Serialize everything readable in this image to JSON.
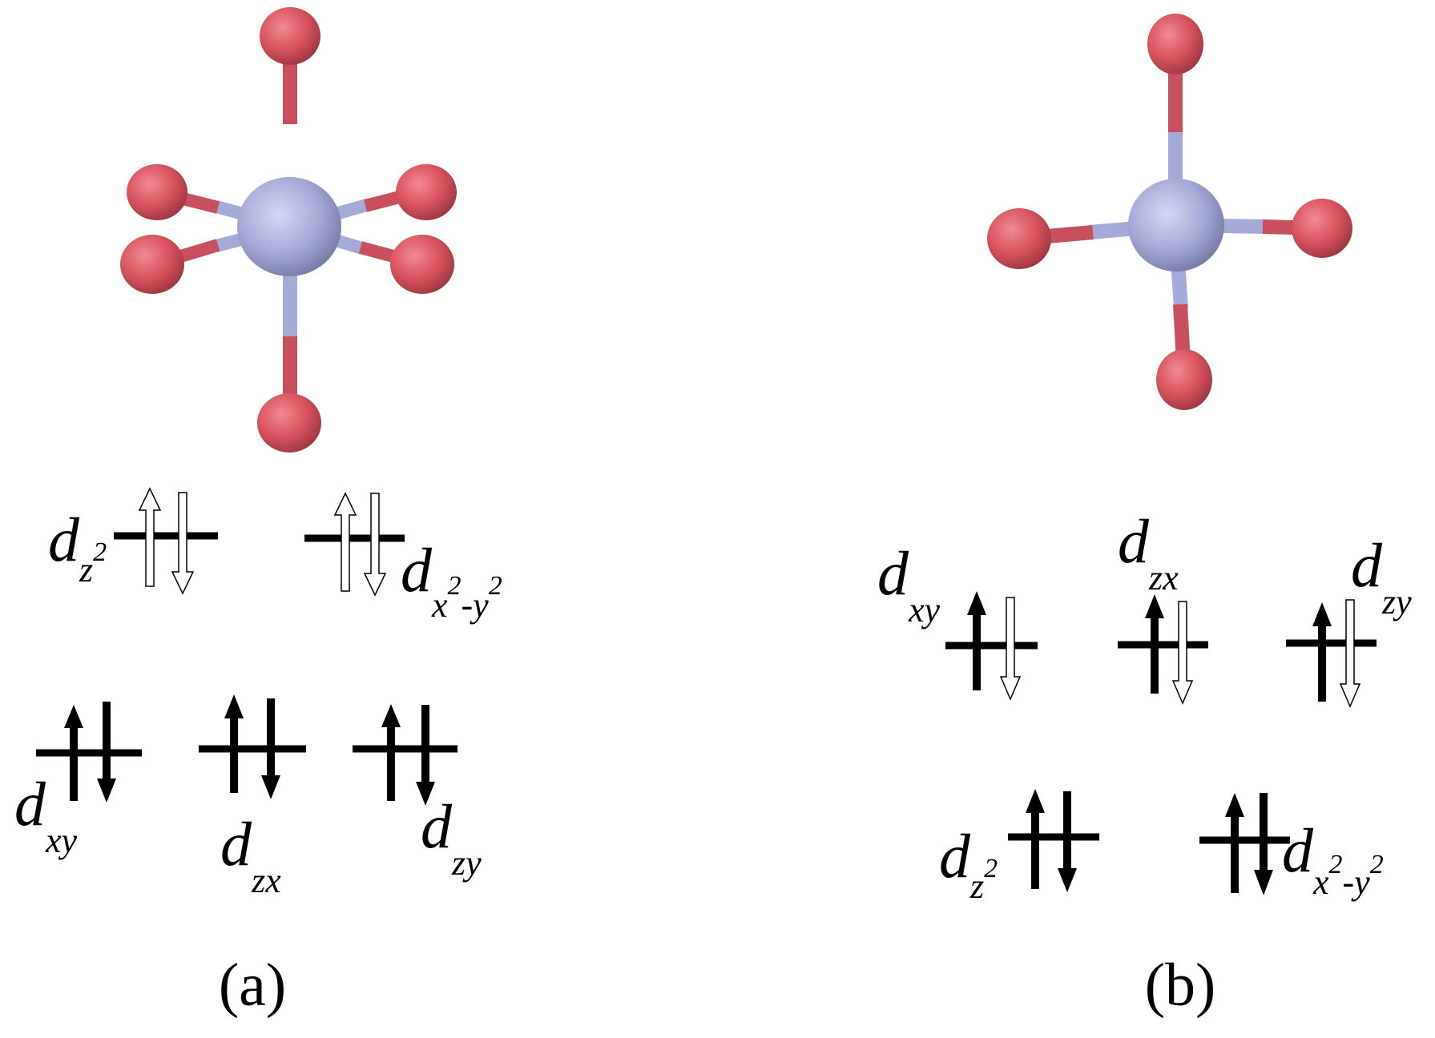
{
  "panels": [
    {
      "id": "a",
      "caption": "(a)",
      "molecule": "octahedral",
      "upper_levels": [
        {
          "label": {
            "base": "d",
            "sub": "z",
            "sup": "2"
          },
          "electrons": [
            "up-open",
            "down-open"
          ]
        },
        {
          "label": {
            "base": "d",
            "sub": "x",
            "sup": "2",
            "sub2": "-y",
            "sup2": "2"
          },
          "electrons": [
            "up-open",
            "down-open"
          ]
        }
      ],
      "lower_levels": [
        {
          "label": {
            "base": "d",
            "sub": "xy"
          },
          "electrons": [
            "up-filled",
            "down-filled"
          ]
        },
        {
          "label": {
            "base": "d",
            "sub": "zx"
          },
          "electrons": [
            "up-filled",
            "down-filled"
          ]
        },
        {
          "label": {
            "base": "d",
            "sub": "zy"
          },
          "electrons": [
            "up-filled",
            "down-filled"
          ]
        }
      ]
    },
    {
      "id": "b",
      "caption": "(b)",
      "molecule": "distorted-tetrahedral",
      "upper_levels": [
        {
          "label": {
            "base": "d",
            "sub": "xy"
          },
          "electrons": [
            "up-filled",
            "down-open"
          ]
        },
        {
          "label": {
            "base": "d",
            "sub": "zx"
          },
          "electrons": [
            "up-filled",
            "down-open"
          ]
        },
        {
          "label": {
            "base": "d",
            "sub": "zy"
          },
          "electrons": [
            "up-filled",
            "down-open"
          ]
        }
      ],
      "lower_levels": [
        {
          "label": {
            "base": "d",
            "sub": "z",
            "sup": "2"
          },
          "electrons": [
            "up-filled",
            "down-filled"
          ]
        },
        {
          "label": {
            "base": "d",
            "sub": "x",
            "sup": "2",
            "sub2": "-y",
            "sup2": "2"
          },
          "electrons": [
            "up-filled",
            "down-filled"
          ]
        }
      ]
    }
  ],
  "colors": {
    "ligand_atom": "#d9535f",
    "central_atom": "#a6aad8",
    "ligand_bond": "#c8505e",
    "central_bond": "#a6aad8",
    "line": "#000000"
  }
}
